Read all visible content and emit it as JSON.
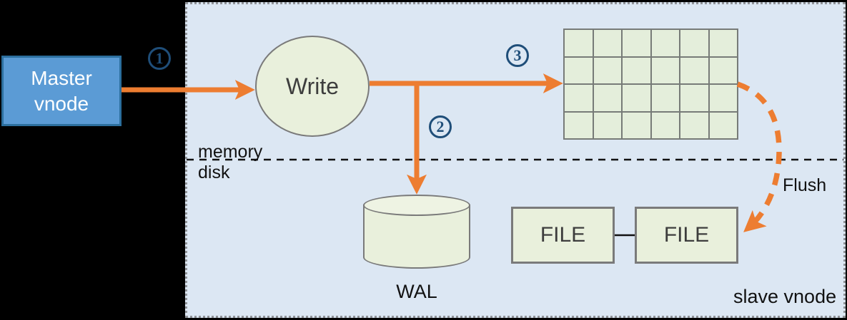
{
  "nodes": {
    "master": {
      "label": "Master vnode"
    },
    "write": {
      "label": "Write"
    },
    "wal": {
      "label": "WAL"
    },
    "file_left": {
      "label": "FILE"
    },
    "file_right": {
      "label": "FILE"
    }
  },
  "region_label": "slave vnode",
  "divider": {
    "above": "memory",
    "below": "disk"
  },
  "flush_label": "Flush",
  "steps": [
    {
      "badge": "1"
    },
    {
      "badge": "2"
    },
    {
      "badge": "3"
    }
  ],
  "grid": {
    "rows": 4,
    "cols": 6
  },
  "colors": {
    "orange": "#ED7D31",
    "region_fill": "#DCE7F3",
    "region_border": "#8F9297",
    "green_fill": "#E9F0DC",
    "green_fill_light": "#EEF3E3",
    "grid_cell_fill": "#E4EEDB",
    "grid_line": "#777B78",
    "shape_border": "#7A7A7A",
    "master_fill": "#5B9BD5",
    "master_border": "#2C6F9E",
    "badge_navy": "#1F4E79",
    "divider_black": "#111111"
  }
}
